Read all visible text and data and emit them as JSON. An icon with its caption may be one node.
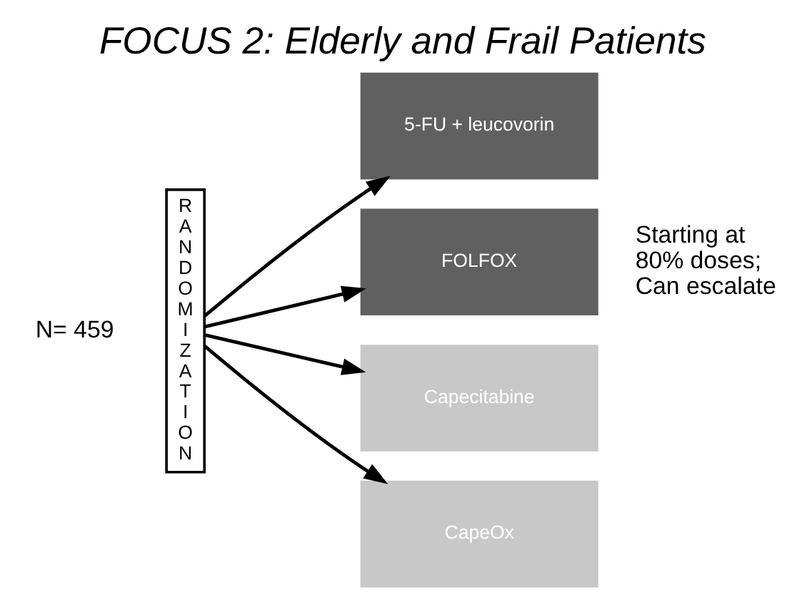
{
  "diagram": {
    "title": "FOCUS 2: Elderly and Frail Patients",
    "nodes": [
      {
        "text": [
          "RANDOMIZATION"
        ],
        "beside": [
          "N= 459"
        ]
      },
      {
        "text": [
          "5-FU + leucovorin"
        ]
      },
      {
        "text": [
          "FOLFOX"
        ],
        "beside": [
          "Starting at 80% doses; Can escalate"
        ]
      },
      {
        "text": [
          "Capecitabine"
        ]
      },
      {
        "text": [
          "CapeOx"
        ]
      }
    ],
    "edges": [
      {
        "from": 0,
        "to": 1,
        "arrow": "to"
      },
      {
        "from": 0,
        "to": 2,
        "arrow": "to"
      },
      {
        "from": 0,
        "to": 3,
        "arrow": "to"
      },
      {
        "from": 0,
        "to": 4,
        "arrow": "to"
      }
    ]
  }
}
